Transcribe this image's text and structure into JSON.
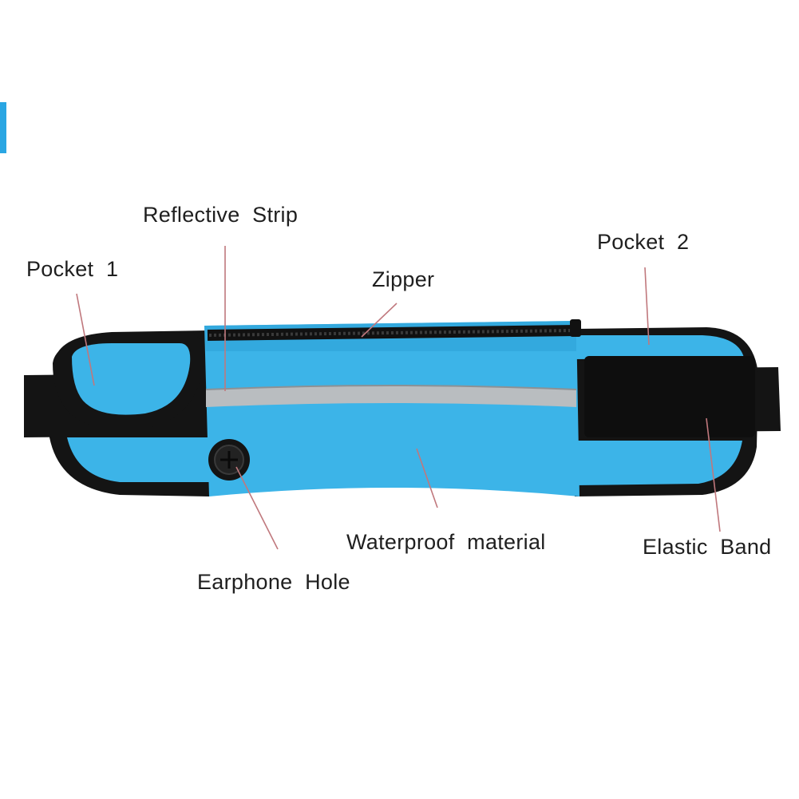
{
  "labels": {
    "reflective_strip": "Reflective  Strip",
    "pocket_1": "Pocket  1",
    "zipper": "Zipper",
    "pocket_2": "Pocket  2",
    "waterproof_material": "Waterproof  material",
    "elastic_band": "Elastic  Band",
    "earphone_hole": "Earphone  Hole"
  },
  "colors": {
    "fabric_blue": "#3cb4e8",
    "band_black": "#141414",
    "reflective_grey": "#b9bdc0",
    "leader_line": "#c0787d"
  }
}
